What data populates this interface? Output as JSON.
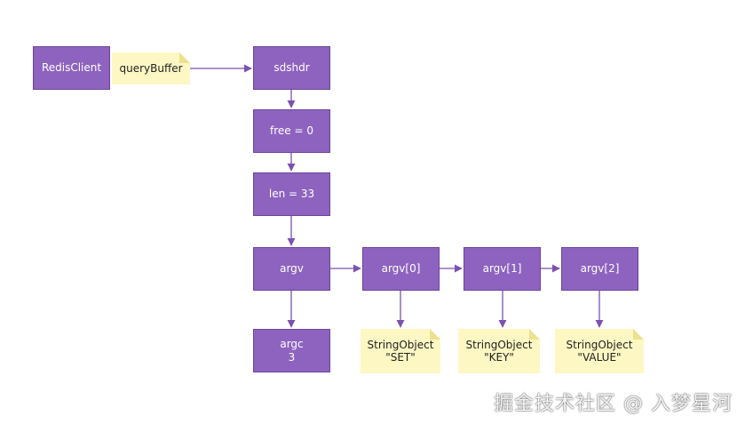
{
  "nodes": {
    "redis_client": "RedisClient",
    "query_buffer": "queryBuffer",
    "sdshdr": "sdshdr",
    "free": "free = 0",
    "len": "len = 33",
    "argv": "argv",
    "argc_label": "argc",
    "argc_value": "3",
    "argv0": "argv[0]",
    "argv1": "argv[1]",
    "argv2": "argv[2]",
    "so_set": {
      "line1": "StringObject",
      "line2": "\"SET\""
    },
    "so_key": {
      "line1": "StringObject",
      "line2": "\"KEY\""
    },
    "so_value": {
      "line1": "StringObject",
      "line2": "\"VALUE\""
    }
  },
  "watermark": "掘金技术社区 @ 入梦星河",
  "colors": {
    "node_fill": "#8e63bf",
    "node_border": "#6a459a",
    "note_fill": "#fdf7c3",
    "note_fold": "#ece28f",
    "edge": "#7b52b0"
  }
}
